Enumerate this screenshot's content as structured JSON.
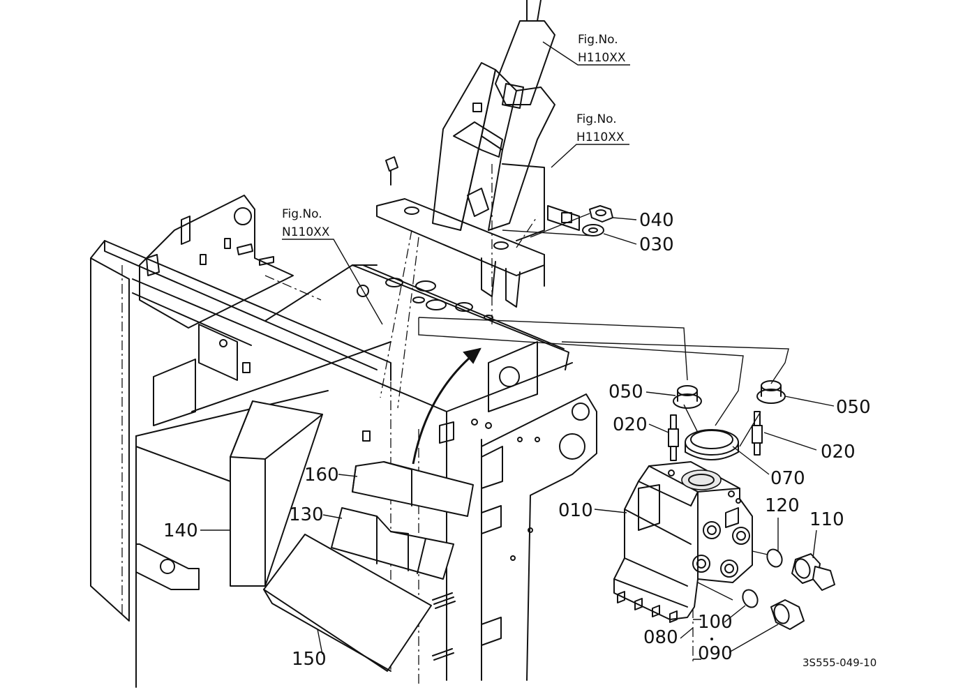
{
  "figure_refs": [
    {
      "line1": "Fig.No.",
      "line2": "H110XX"
    },
    {
      "line1": "Fig.No.",
      "line2": "H110XX"
    },
    {
      "line1": "Fig.No.",
      "line2": "N110XX"
    }
  ],
  "labels": {
    "p040": "040",
    "p030": "030",
    "p050_left": "050",
    "p050_right": "050",
    "p020_left": "020",
    "p020_right": "020",
    "p070": "070",
    "p010": "010",
    "p120": "120",
    "p110": "110",
    "p160": "160",
    "p130": "130",
    "p140": "140",
    "p150": "150",
    "p100": "100",
    "p080": "080",
    "p090": "090"
  },
  "drawing_code": "3S555-049-10"
}
